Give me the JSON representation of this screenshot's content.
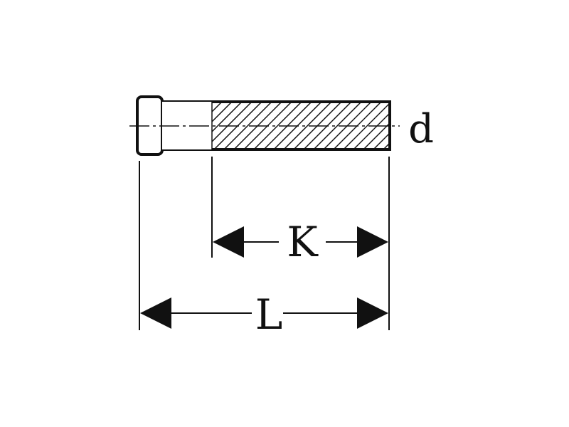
{
  "diagram": {
    "labels": {
      "diameter": "d",
      "thread_length": "K",
      "total_length": "L"
    },
    "colors": {
      "stroke": "#111111",
      "background": "#ffffff"
    }
  }
}
